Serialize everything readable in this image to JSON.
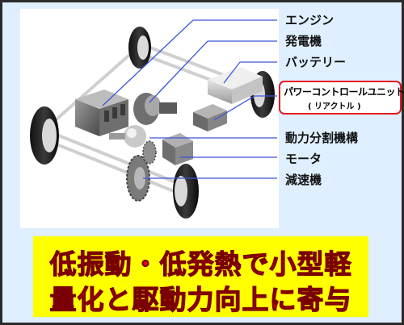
{
  "labels": {
    "engine": "エンジン",
    "generator": "発電機",
    "battery": "バッテリー",
    "pcu_line1": "パワーコントロールユニット",
    "pcu_line2": "( リアクトル )",
    "power_split": "動力分割機構",
    "motor": "モータ",
    "reducer": "減速機"
  },
  "banner": {
    "line1": "低振動・低発熱で小型軽",
    "line2": "量化と駆動力向上に寄与"
  },
  "colors": {
    "frame_bg": "#dfefff",
    "banner_bg": "#ffff00",
    "banner_text": "#ff0000",
    "pcu_border": "#e8191b",
    "leader_line": "#3a55d8"
  }
}
